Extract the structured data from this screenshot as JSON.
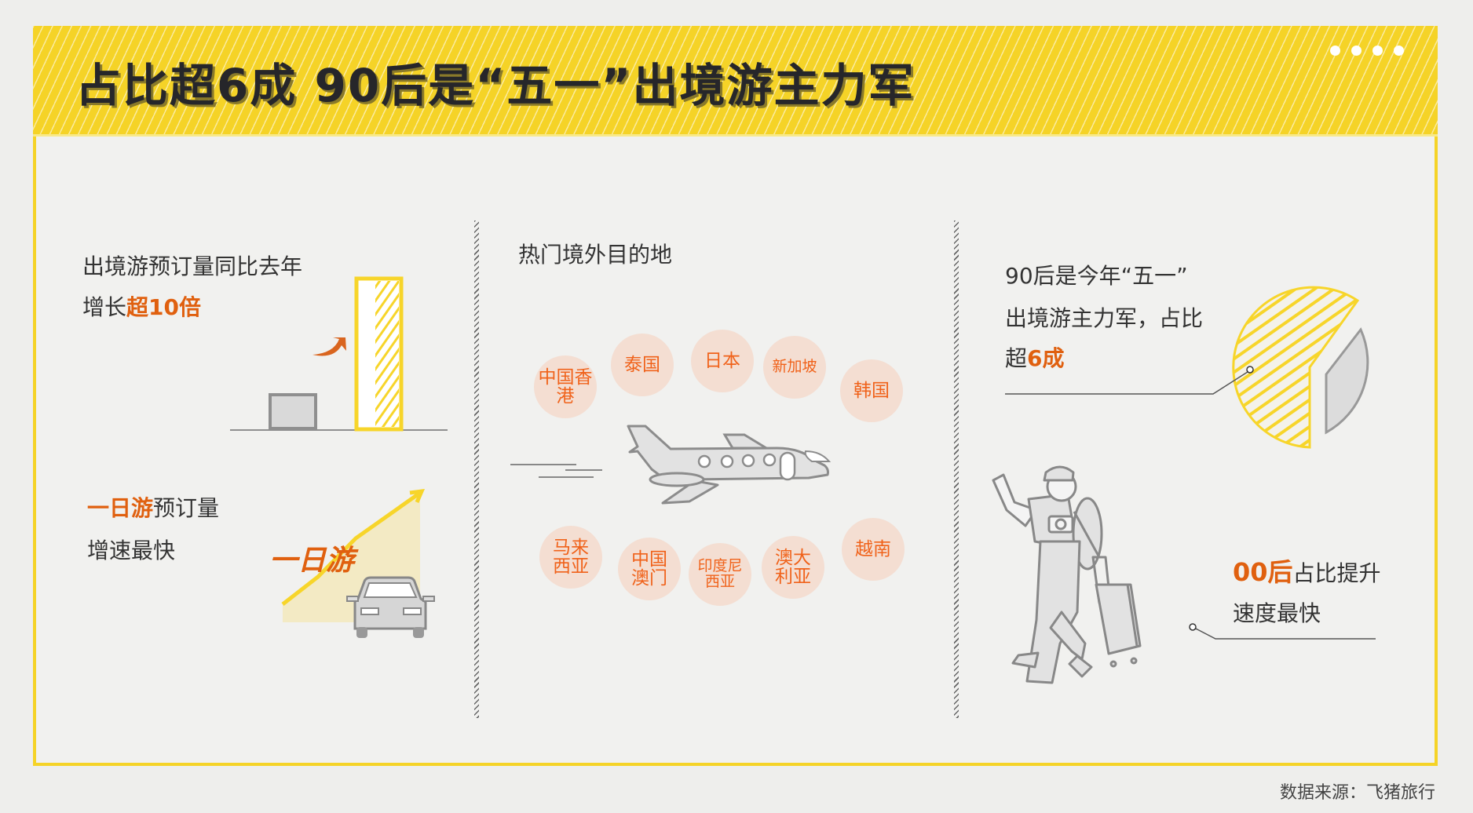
{
  "header": {
    "title": "占比超6成  90后是“五一”出境游主力军"
  },
  "left": {
    "line1": "出境游预订量同比去年",
    "line2_prefix": "增长",
    "line2_highlight": "超10倍",
    "day_trip_highlight": "一日游",
    "day_trip_suffix": "预订量",
    "day_trip_line2": "增速最快",
    "chart_label": "一日游"
  },
  "middle": {
    "title": "热门境外目的地",
    "destinations": [
      "中国香港",
      "泰国",
      "日本",
      "新加坡",
      "韩国",
      "马来西亚",
      "中国澳门",
      "印度尼西亚",
      "澳大利亚",
      "越南"
    ]
  },
  "right": {
    "line1": "90后是今年“五一”",
    "line2": "出境游主力军，占比",
    "line3_prefix": "超",
    "line3_highlight": "6成",
    "gen00_highlight": "00后",
    "gen00_suffix": "占比提升",
    "gen00_line2": "速度最快"
  },
  "footer": {
    "source": "数据来源：飞猪旅行"
  },
  "colors": {
    "yellow": "#f5d327",
    "orange": "#e0600f",
    "bubble": "#f5cdb9"
  }
}
